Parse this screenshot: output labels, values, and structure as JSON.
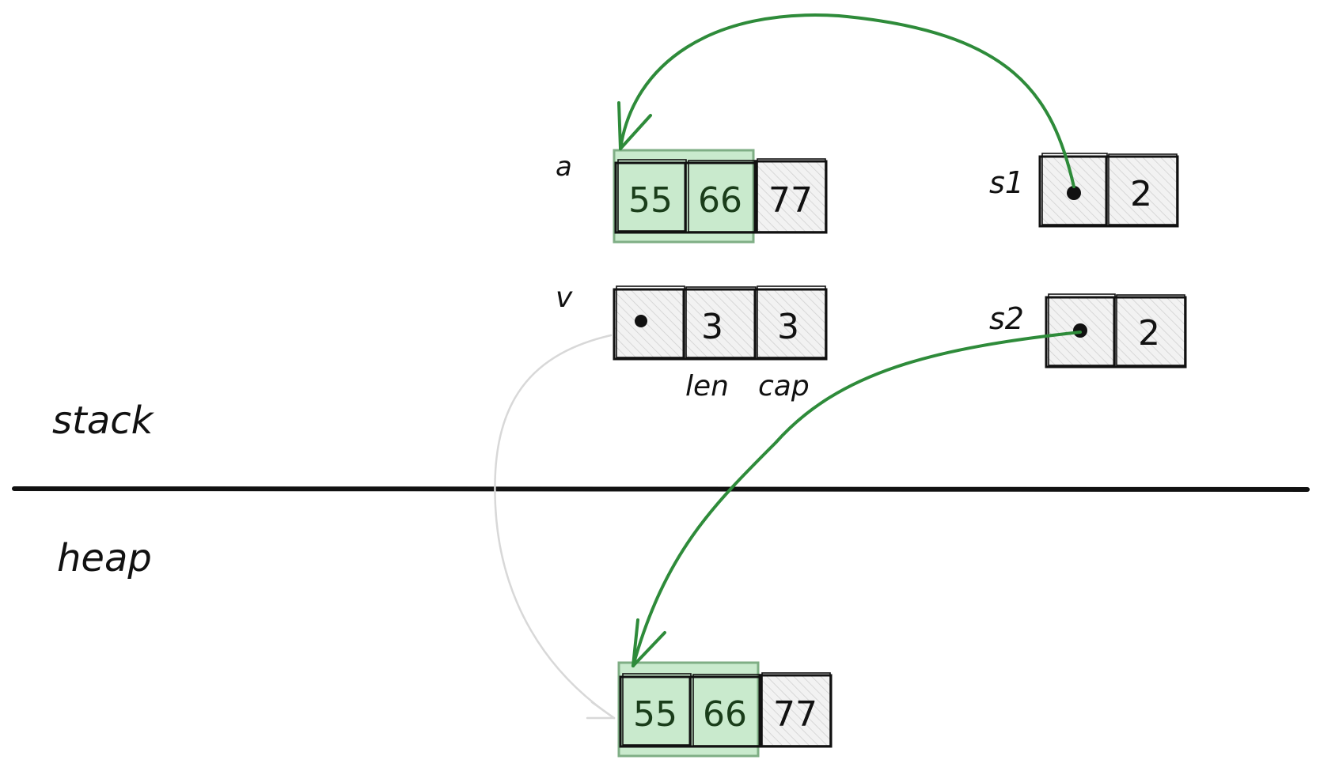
{
  "labels": {
    "stack": "stack",
    "heap": "heap",
    "a": "a",
    "v": "v",
    "s1": "s1",
    "s2": "s2",
    "len": "len",
    "cap": "cap"
  },
  "array_a": [
    "55",
    "66",
    "77"
  ],
  "slice_v": {
    "len": "3",
    "cap": "3"
  },
  "slice_s1": {
    "len": "2"
  },
  "slice_s2": {
    "len": "2"
  },
  "heap_array": [
    "55",
    "66",
    "77"
  ],
  "colors": {
    "highlight": "#bfe6c4",
    "arrow_green": "#2e8b3a",
    "arrow_gray": "#d8d8d8",
    "cell_fill": "#eeeeee"
  }
}
